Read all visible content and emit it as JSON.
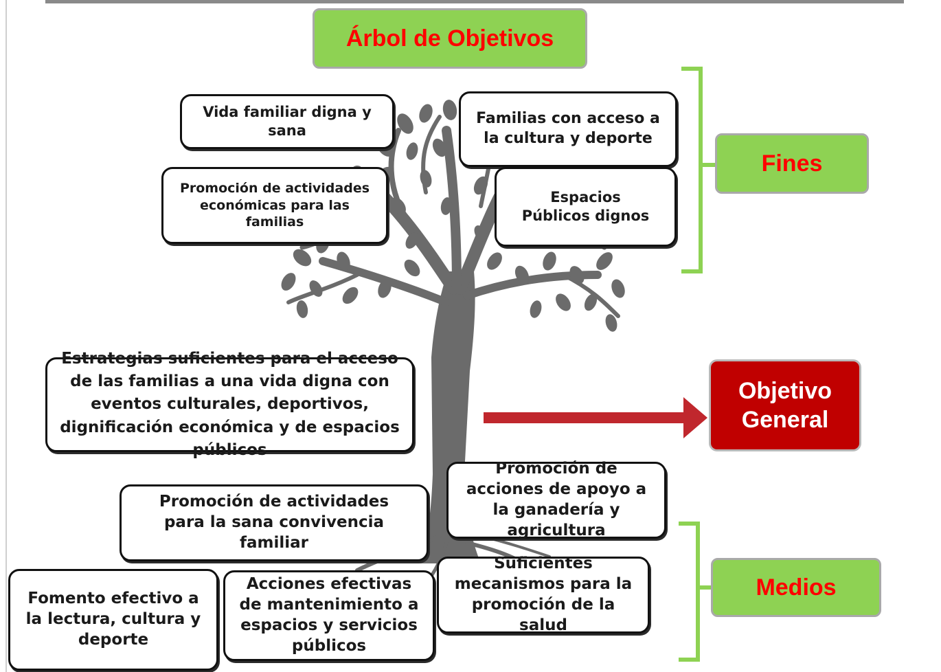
{
  "title": "Árbol de Objetivos",
  "labels": {
    "fines": "Fines",
    "objetivo_line1": "Objetivo",
    "objetivo_line2": "General",
    "medios": "Medios"
  },
  "fines": [
    "Vida familiar digna y sana",
    "Familias con acceso a la cultura y deporte",
    "Promoción de actividades económicas para las familias",
    "Espacios Públicos dignos"
  ],
  "objetivo_general": "Estrategias suficientes para el acceso de las familias a una vida digna con eventos culturales, deportivos, dignificación económica y de espacios públicos",
  "medios": [
    "Promoción de acciones de apoyo a la ganadería y agricultura",
    "Promoción de actividades para la sana convivencia familiar",
    "Suficientes mecanismos para la promoción de la salud",
    "Fomento efectivo a la lectura, cultura y deporte",
    "Acciones efectivas de mantenimiento a espacios y servicios públicos"
  ],
  "colors": {
    "green": "#8ed253",
    "title_red": "#ff0000",
    "objective_red": "#c00000",
    "arrow": "#c0272d",
    "bracket": "#8ed253",
    "tree": "#6b6b6b"
  }
}
